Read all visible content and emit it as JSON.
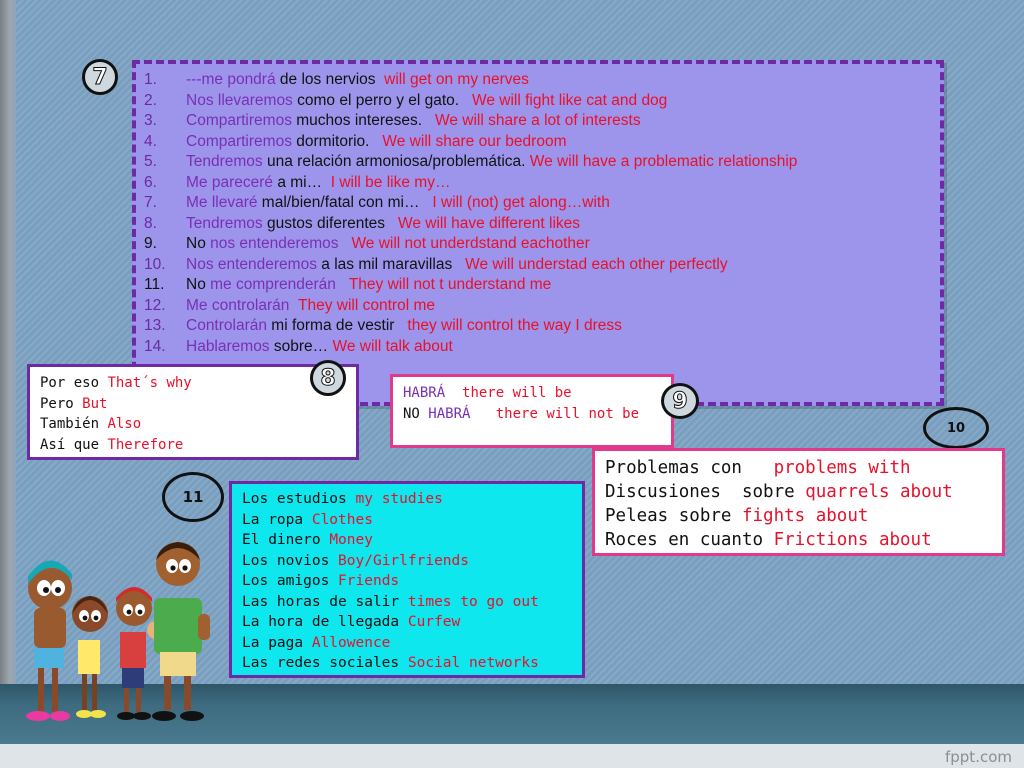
{
  "markers": {
    "m7": "7",
    "m8": "8",
    "m9": "9",
    "m10": "10",
    "m11": "11"
  },
  "phrases7": [
    {
      "n": "1.",
      "spanish_pre": "---me pondrá",
      "spanish_mid": " de los nervios",
      "english": "will get on my nerves"
    },
    {
      "n": "2.",
      "spanish_pre": "Nos llevaremos",
      "spanish_mid": " como el perro y el gato.",
      "english": "We will fight like cat and dog"
    },
    {
      "n": "3.",
      "spanish_pre": "Compartiremos",
      "spanish_mid": " muchos intereses.",
      "english": "We will share a lot of interests"
    },
    {
      "n": "4.",
      "spanish_pre": "Compartiremos",
      "spanish_mid": " dormitorio.",
      "english": "We will share our bedroom"
    },
    {
      "n": "5.",
      "spanish_pre": "Tendremos",
      "spanish_mid": " una relación armoniosa/problemática.",
      "english": "We will have a problematic relationship"
    },
    {
      "n": "6.",
      "spanish_pre": "Me pareceré",
      "spanish_mid": " a mi…",
      "english": "I will be like my…"
    },
    {
      "n": "7.",
      "spanish_pre": "Me llevaré",
      "spanish_mid": " mal/bien/fatal con mi…",
      "english": "I will (not) get along…with"
    },
    {
      "n": "8.",
      "spanish_pre": "Tendremos",
      "spanish_mid": " gustos diferentes",
      "english": "We will have different likes"
    },
    {
      "n": "9.",
      "spanish_a": "No ",
      "spanish_pre": "nos entenderemos",
      "english": "We will not underdstand eachother"
    },
    {
      "n": "10.",
      "spanish_pre": "Nos entenderemos",
      "spanish_mid": " a las mil maravillas",
      "english": "We will understad each other perfectly"
    },
    {
      "n": "11.",
      "spanish_a": "No ",
      "spanish_pre": "me comprenderán",
      "english": "They will not t understand me"
    },
    {
      "n": "12.",
      "spanish_pre": "Me controlarán",
      "english": "They will control me"
    },
    {
      "n": "13.",
      "spanish_pre": "Controlarán",
      "spanish_mid": " mi forma de vestir",
      "english": "they will control the way I dress"
    },
    {
      "n": "14.",
      "spanish_pre": "Hablaremos",
      "spanish_mid": " sobre…",
      "english": "We will talk about"
    }
  ],
  "connectors8": [
    {
      "es": "Por eso",
      "en": "That´s why"
    },
    {
      "es": "Pero",
      "en": "But"
    },
    {
      "es": "También",
      "en": "Also"
    },
    {
      "es": "Así que",
      "en": "Therefore"
    }
  ],
  "box9": [
    {
      "es_a": "",
      "es_b": "HABRÁ",
      "en": "there will be"
    },
    {
      "es_a": "NO ",
      "es_b": "HABRÁ",
      "en": "there will not be"
    }
  ],
  "problems10": [
    {
      "es": "Problemas con",
      "en": "problems with"
    },
    {
      "es": "Discusiones  sobre",
      "en": "quarrels about"
    },
    {
      "es": "Peleas sobre",
      "en": "fights about"
    },
    {
      "es": "Roces en cuanto",
      "en": "Frictions about"
    }
  ],
  "topics11": [
    {
      "es": "Los estudios",
      "en": "my studies"
    },
    {
      "es": "La ropa",
      "en": "Clothes"
    },
    {
      "es": "El dinero",
      "en": "Money"
    },
    {
      "es": "Los novios",
      "en": "Boy/Girlfriends"
    },
    {
      "es": "Los amigos",
      "en": "Friends"
    },
    {
      "es": "Las horas de salir",
      "en": "times to go out"
    },
    {
      "es": "La hora de llegada",
      "en": "Curfew"
    },
    {
      "es": "La paga",
      "en": "Allowence"
    },
    {
      "es": "Las redes sociales",
      "en": "Social networks"
    }
  ],
  "watermark": "fppt.com",
  "colors": {
    "purple": "#7a2fb3",
    "red": "#e8102a",
    "box7_bg": "#9d95ec",
    "box11_bg": "#0ee7ee"
  }
}
